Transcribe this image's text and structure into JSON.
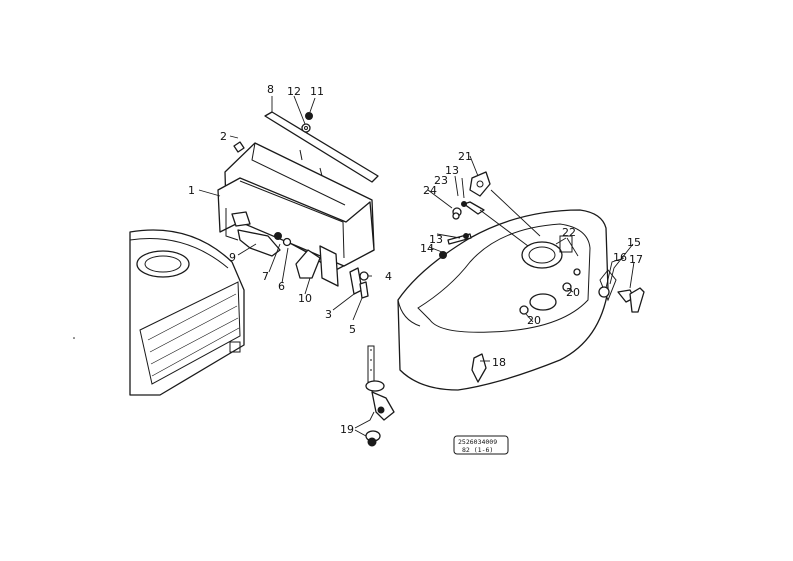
{
  "callouts": {
    "c1": "1",
    "c2": "2",
    "c3": "3",
    "c4": "4",
    "c5": "5",
    "c6": "6",
    "c7": "7",
    "c8": "8",
    "c9": "9",
    "c10": "10",
    "c11": "11",
    "c12": "12",
    "c13a": "13",
    "c13b": "13",
    "c14": "14",
    "c15": "15",
    "c16": "16",
    "c17": "17",
    "c18": "18",
    "c19": "19",
    "c20a": "20",
    "c20b": "20",
    "c21": "21",
    "c22": "22",
    "c23": "23",
    "c24": "24"
  },
  "stamp": {
    "line1": "2526034009",
    "line2": "82 (1-6)"
  }
}
